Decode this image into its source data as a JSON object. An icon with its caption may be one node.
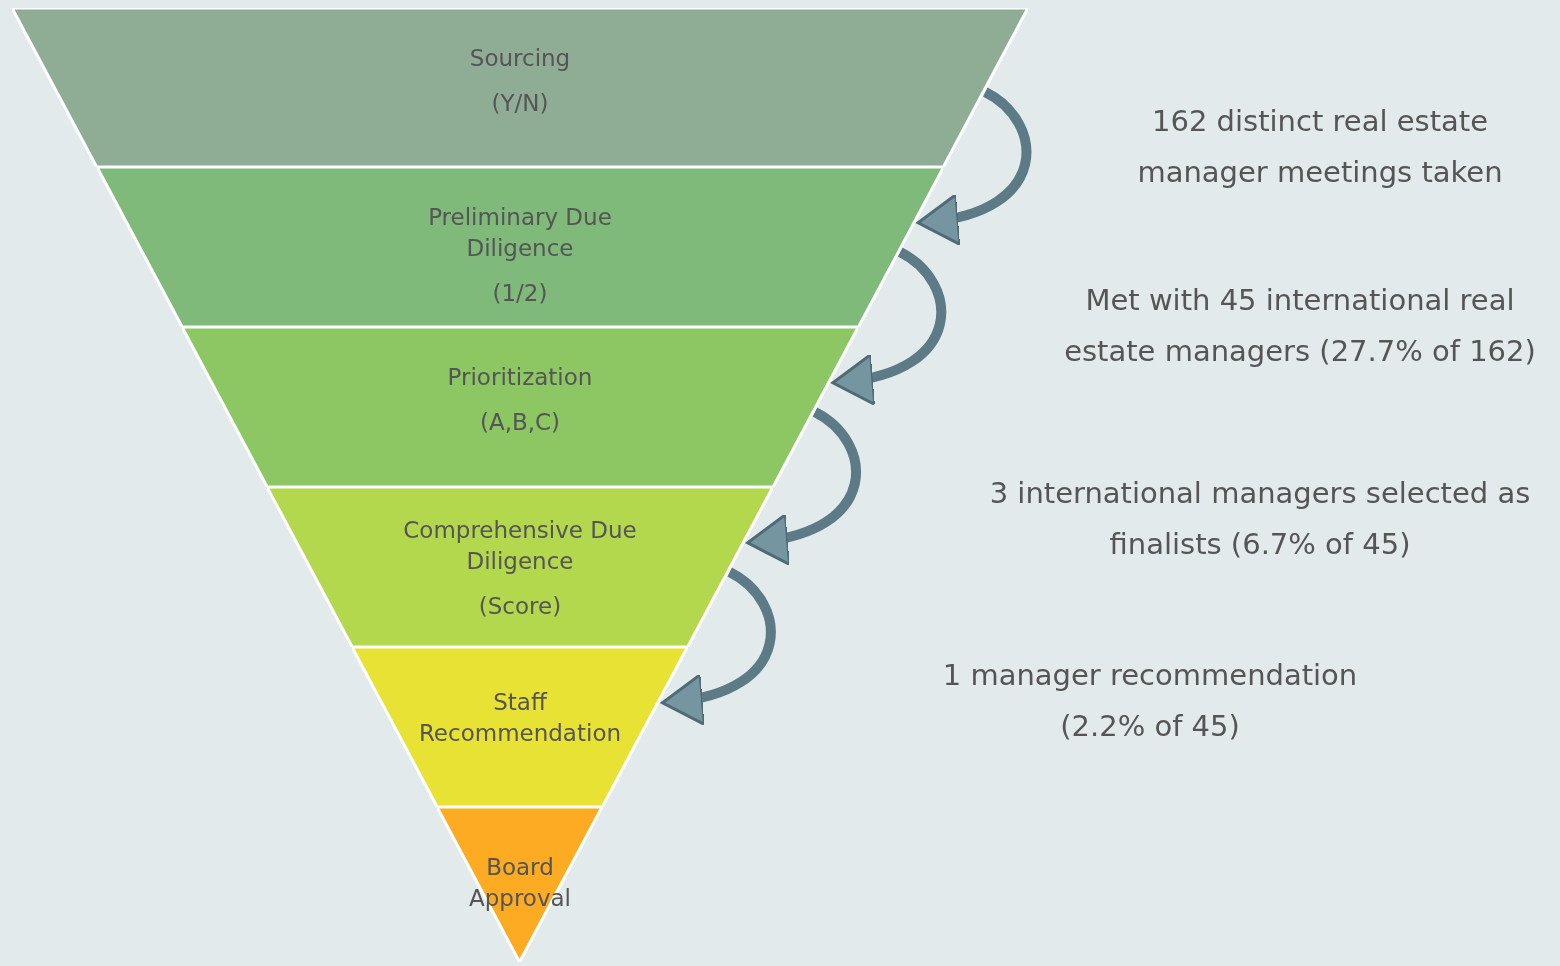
{
  "diagram": {
    "nodes": [
      {
        "text": [
          "Sourcing",
          "(Y/N)"
        ]
      },
      {
        "text": [
          "Preliminary Due Diligence",
          "(1/2)"
        ]
      },
      {
        "text": [
          "Prioritization",
          "(A,B,C)"
        ]
      },
      {
        "text": [
          "Comprehensive Due Diligence",
          "(Score)"
        ]
      },
      {
        "text": [
          "Staff Recommendation"
        ]
      },
      {
        "text": [
          "Board Approval"
        ]
      }
    ],
    "edges": [
      {
        "from": 0,
        "to": 1,
        "arrow": "to"
      },
      {
        "from": 1,
        "to": 2,
        "arrow": "to"
      },
      {
        "from": 2,
        "to": 3,
        "arrow": "to"
      },
      {
        "from": 3,
        "to": 4,
        "arrow": "to"
      }
    ],
    "labels": [
      "162 distinct real estate manager meetings taken",
      "Met with 45 international real estate managers (27.7% of 162)",
      "3 international managers selected as finalists (6.7% of 45)",
      "1 manager recommendation (2.2% of 45)"
    ]
  }
}
